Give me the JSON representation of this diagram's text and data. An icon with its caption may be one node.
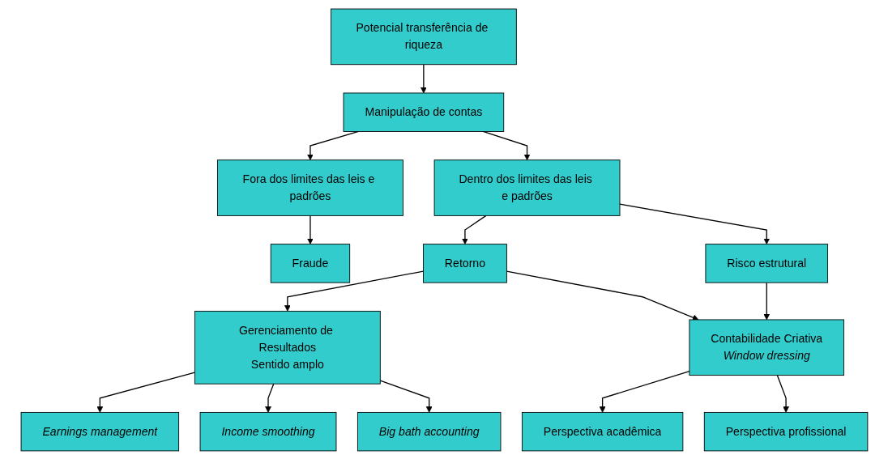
{
  "diagram": {
    "nodes": [
      {
        "text": [
          "Potencial transferência de riqueza"
        ]
      },
      {
        "text": [
          "Manipulação de contas"
        ]
      },
      {
        "text": [
          "Fora dos limites das leis e padrões"
        ]
      },
      {
        "text": [
          "Dentro dos limites das leis e padrões"
        ]
      },
      {
        "text": [
          "Fraude"
        ]
      },
      {
        "text": [
          "Retorno"
        ]
      },
      {
        "text": [
          "Risco estrutural"
        ]
      },
      {
        "text": [
          "Gerenciamento de Resultados",
          "Sentido amplo"
        ]
      },
      {
        "text": [
          "Contabilidade Criativa",
          "Window dressing"
        ]
      },
      {
        "text": [
          "Earnings management"
        ]
      },
      {
        "text": [
          "Income smoothing"
        ]
      },
      {
        "text": [
          "Big bath accounting"
        ]
      },
      {
        "text": [
          "Perspectiva acadêmica"
        ]
      },
      {
        "text": [
          "Perspectiva profissional"
        ]
      }
    ],
    "edges": [
      {
        "from": 0,
        "to": 1,
        "arrow": "to"
      },
      {
        "from": 1,
        "to": 2,
        "arrow": "to"
      },
      {
        "from": 1,
        "to": 3,
        "arrow": "to"
      },
      {
        "from": 2,
        "to": 4,
        "arrow": "to"
      },
      {
        "from": 3,
        "to": 5,
        "arrow": "to"
      },
      {
        "from": 3,
        "to": 6,
        "arrow": "to"
      },
      {
        "from": 5,
        "to": 7,
        "arrow": "to"
      },
      {
        "from": 5,
        "to": 8,
        "arrow": "to"
      },
      {
        "from": 6,
        "to": 8,
        "arrow": "to"
      },
      {
        "from": 7,
        "to": 9,
        "arrow": "to"
      },
      {
        "from": 7,
        "to": 10,
        "arrow": "to"
      },
      {
        "from": 7,
        "to": 11,
        "arrow": "to"
      },
      {
        "from": 8,
        "to": 12,
        "arrow": "to"
      },
      {
        "from": 8,
        "to": 13,
        "arrow": "to"
      }
    ]
  }
}
